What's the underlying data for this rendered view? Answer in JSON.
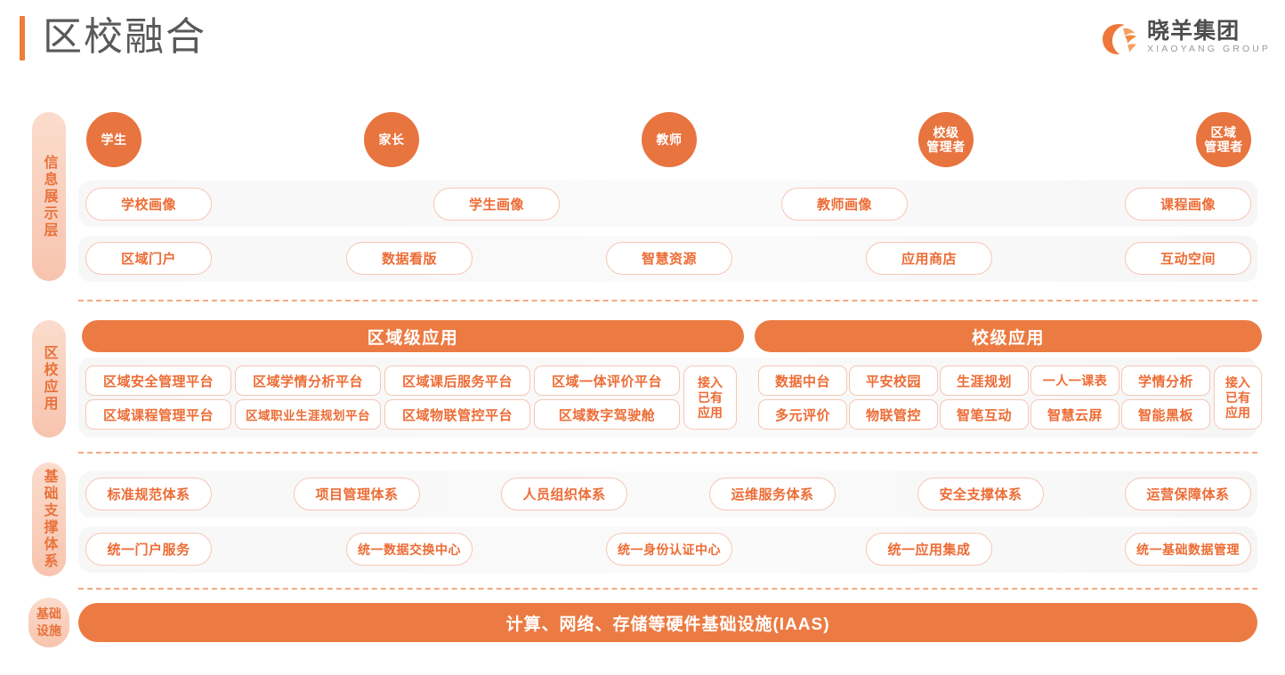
{
  "header": {
    "title": "区校融合",
    "logo_cn": "晓羊集团",
    "logo_en": "XIAOYANG GROUP"
  },
  "colors": {
    "accent_orange": "#EC7B43",
    "circle_orange": "#E8743F",
    "pill_text": "#ED6C35",
    "pill_border": "#F6C6B6",
    "label_bg": "#F7C4AE",
    "band_bg": "#F7F7F7",
    "divider": "#F4A982",
    "title_text": "#595959"
  },
  "layers": [
    {
      "id": "info-display",
      "label": "信息展示层",
      "roles": [
        {
          "name": "学生",
          "lines": [
            "学生"
          ]
        },
        {
          "name": "家长",
          "lines": [
            "家长"
          ]
        },
        {
          "name": "教师",
          "lines": [
            "教师"
          ]
        },
        {
          "name": "校级管理者",
          "lines": [
            "校级",
            "管理者"
          ]
        },
        {
          "name": "区域管理者",
          "lines": [
            "区域",
            "管理者"
          ]
        }
      ],
      "row1": [
        "学校画像",
        "学生画像",
        "教师画像",
        "课程画像"
      ],
      "row2": [
        "区域门户",
        "数据看版",
        "智慧资源",
        "应用商店",
        "互动空间"
      ]
    },
    {
      "id": "district-school-apps",
      "label": "区校应用",
      "groups": [
        {
          "title": "区域级应用",
          "row1": [
            "区域安全管理平台",
            "区域学情分析平台",
            "区域课后服务平台",
            "区域一体评价平台"
          ],
          "row2": [
            "区域课程管理平台",
            "区域职业生涯规划平台",
            "区域物联管控平台",
            "区域数字驾驶舱"
          ],
          "access_box": [
            "接入",
            "已有",
            "应用"
          ]
        },
        {
          "title": "校级应用",
          "row1": [
            "数据中台",
            "平安校园",
            "生涯规划",
            "一人一课表",
            "学情分析"
          ],
          "row2": [
            "多元评价",
            "物联管控",
            "智笔互动",
            "智慧云屏",
            "智能黑板"
          ],
          "access_box": [
            "接入",
            "已有",
            "应用"
          ]
        }
      ]
    },
    {
      "id": "foundation-support",
      "label": "基础支撑体系",
      "row1": [
        "标准规范体系",
        "项目管理体系",
        "人员组织体系",
        "运维服务体系",
        "安全支撑体系",
        "运营保障体系"
      ],
      "row2": [
        "统一门户服务",
        "统一数据交换中心",
        "统一身份认证中心",
        "统一应用集成",
        "统一基础数据管理"
      ]
    },
    {
      "id": "infrastructure",
      "label": "基础设施",
      "label_lines": [
        "基础",
        "设施"
      ],
      "bar": "计算、网络、存储等硬件基础设施(IAAS)"
    }
  ]
}
